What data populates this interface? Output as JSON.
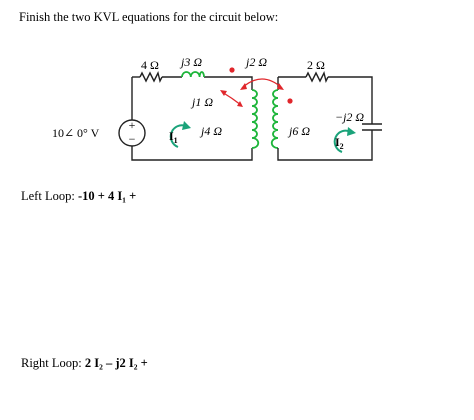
{
  "question": "Finish the two KVL equations for the circuit below:",
  "circuit": {
    "source_label": "10∠ 0° V",
    "source_plus": "+",
    "source_minus": "−",
    "r_left": "4 Ω",
    "x_left_series": "j3 Ω",
    "x_coupling": "j2 Ω",
    "x_mutual_small": "j1 Ω",
    "x_left_shunt": "j4 Ω",
    "x_right_shunt": "j6 Ω",
    "r_right": "2 Ω",
    "x_cap": "−j2 Ω",
    "current_left": "I",
    "current_left_sub": "1",
    "current_right": "I",
    "current_right_sub": "2",
    "colors": {
      "inductor": "#1db53a",
      "dot": "#e0262b",
      "coupling_arrow": "#e0262b",
      "current_arrow": "#1aa37a"
    }
  },
  "answers": {
    "left_label": "Left Loop:",
    "left_eq": "-10 + 4 I₁ +",
    "right_label": "Right Loop:",
    "right_eq": "2 I₂ – j2 I₂ +"
  }
}
